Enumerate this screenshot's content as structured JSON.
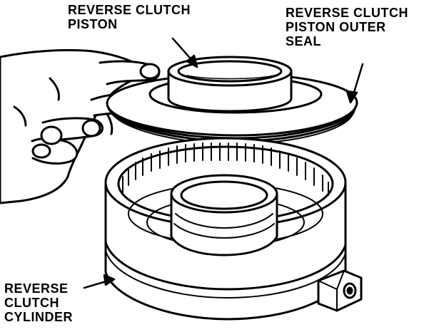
{
  "labels": {
    "piston": [
      "REVERSE CLUTCH",
      "PISTON"
    ],
    "seal": [
      "REVERSE CLUTCH",
      "PISTON OUTER",
      "SEAL"
    ],
    "cylinder": [
      "REVERSE",
      "CLUTCH",
      "CYLINDER"
    ]
  },
  "colors": {
    "ink": "#000000",
    "paper": "#ffffff"
  }
}
